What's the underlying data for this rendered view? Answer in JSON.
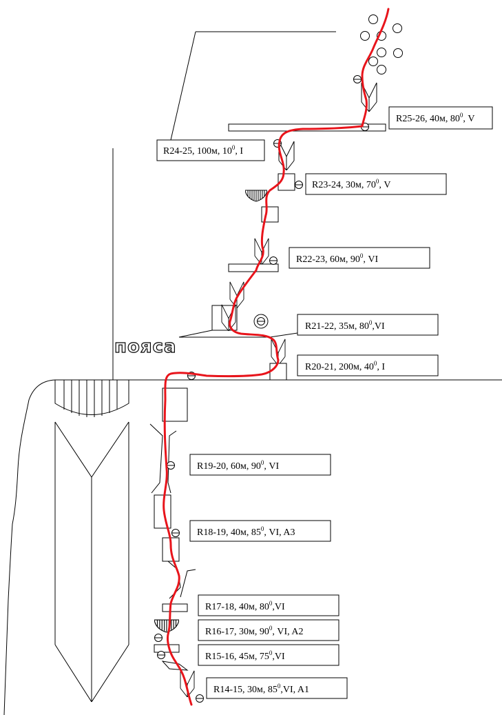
{
  "feature_label": "пояса",
  "colors": {
    "route": "#e8141b",
    "line": "#000000"
  },
  "pitches": [
    {
      "id": "R25-26",
      "length": "40м",
      "angle": "80",
      "grade": "V",
      "extra": ""
    },
    {
      "id": "R24-25",
      "length": "100м",
      "angle": "10",
      "grade": "I",
      "extra": ""
    },
    {
      "id": "R23-24",
      "length": "30м",
      "angle": "70",
      "grade": "V",
      "extra": ""
    },
    {
      "id": "R22-23",
      "length": "60м",
      "angle": "90",
      "grade": "VI",
      "extra": ""
    },
    {
      "id": "R21-22",
      "length": "35м",
      "angle": "80",
      "grade": "VI",
      "extra": ""
    },
    {
      "id": "R20-21",
      "length": "200м",
      "angle": "40",
      "grade": "I",
      "extra": ""
    },
    {
      "id": "R19-20",
      "length": "60м",
      "angle": "90",
      "grade": "VI",
      "extra": ""
    },
    {
      "id": "R18-19",
      "length": "40м",
      "angle": "85",
      "grade": "VI",
      "extra": "A3"
    },
    {
      "id": "R17-18",
      "length": "40м",
      "angle": "80",
      "grade": "VI",
      "extra": ""
    },
    {
      "id": "R16-17",
      "length": "30м",
      "angle": "90",
      "grade": "VI",
      "extra": "A2"
    },
    {
      "id": "R15-16",
      "length": "45м",
      "angle": "75",
      "grade": "VI",
      "extra": ""
    },
    {
      "id": "R14-15",
      "length": "30м",
      "angle": "85",
      "grade": "VI",
      "extra": "A1"
    }
  ]
}
